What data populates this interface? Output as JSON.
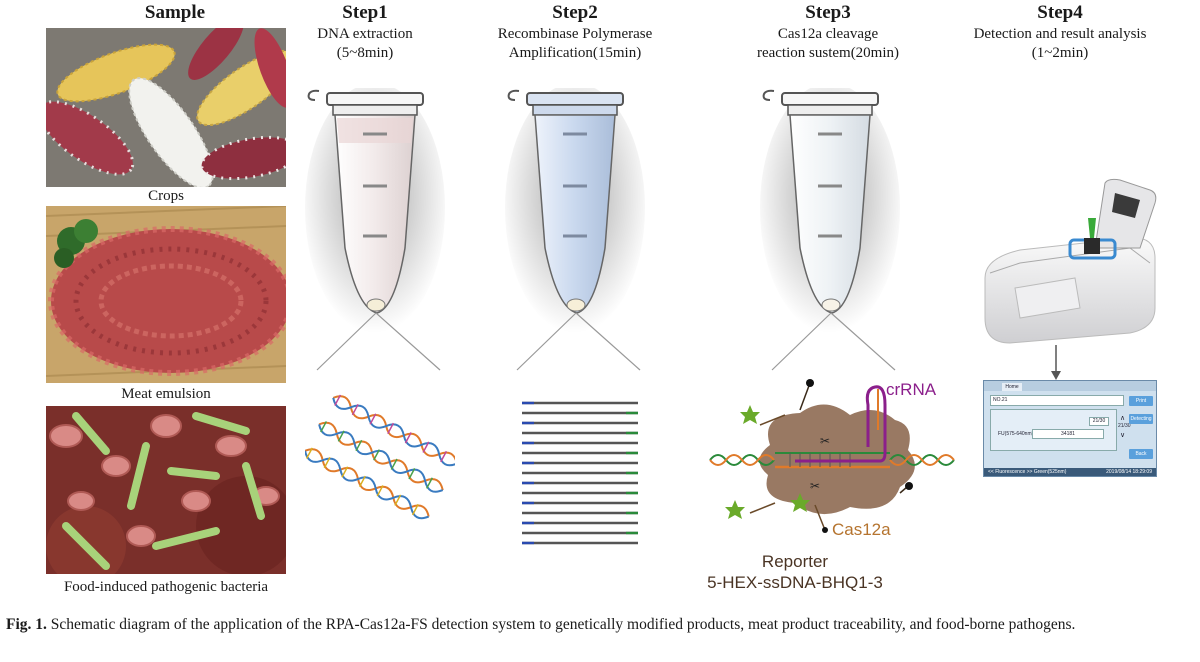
{
  "sample": {
    "heading": "Sample",
    "items": [
      "Crops",
      "Meat emulsion",
      "Food-induced pathogenic bacteria"
    ]
  },
  "steps": [
    {
      "heading": "Step1",
      "line1": "DNA extraction",
      "line2": "(5~8min)",
      "tube_tint": "#e9d6d6"
    },
    {
      "heading": "Step2",
      "line1": "Recombinase Polymerase",
      "line2": "Amplification(15min)",
      "tube_tint": "#c9d8ee"
    },
    {
      "heading": "Step3",
      "line1": "Cas12a cleavage",
      "line2": "reaction sustem(20min)",
      "tube_tint": "#eef2f5"
    },
    {
      "heading": "Step4",
      "line1": "Detection and result analysis",
      "line2": "(1~2min)"
    }
  ],
  "cas": {
    "crrna_label": "crRNA",
    "enzyme_label": "Cas12a",
    "reporter_label": "Reporter",
    "reporter_seq": "5-HEX-ssDNA-BHQ1-3"
  },
  "device_screen": {
    "tab": "Home",
    "id_field": "NO.21",
    "count": "21/30",
    "channel_label": "FU(575-640nm)",
    "reading": "34181",
    "nav": "21/30",
    "btn_print": "Print",
    "btn_detecting": "Detecting",
    "btn_back": "Back",
    "status_left": "<< Fluorescence >> Green(525nm)",
    "status_right": "2019/08/14 18:29:09"
  },
  "caption": {
    "label": "Fig. 1.",
    "text": "Schematic diagram of the application of the RPA-Cas12a-FS detection system to genetically modified products, meat product traceability, and food-borne pathogens."
  },
  "colors": {
    "crrna": "#8b1f8b",
    "cas12a_text": "#b5742f",
    "cas12a_body": "#8e6a52",
    "star": "#6aaa2a"
  }
}
